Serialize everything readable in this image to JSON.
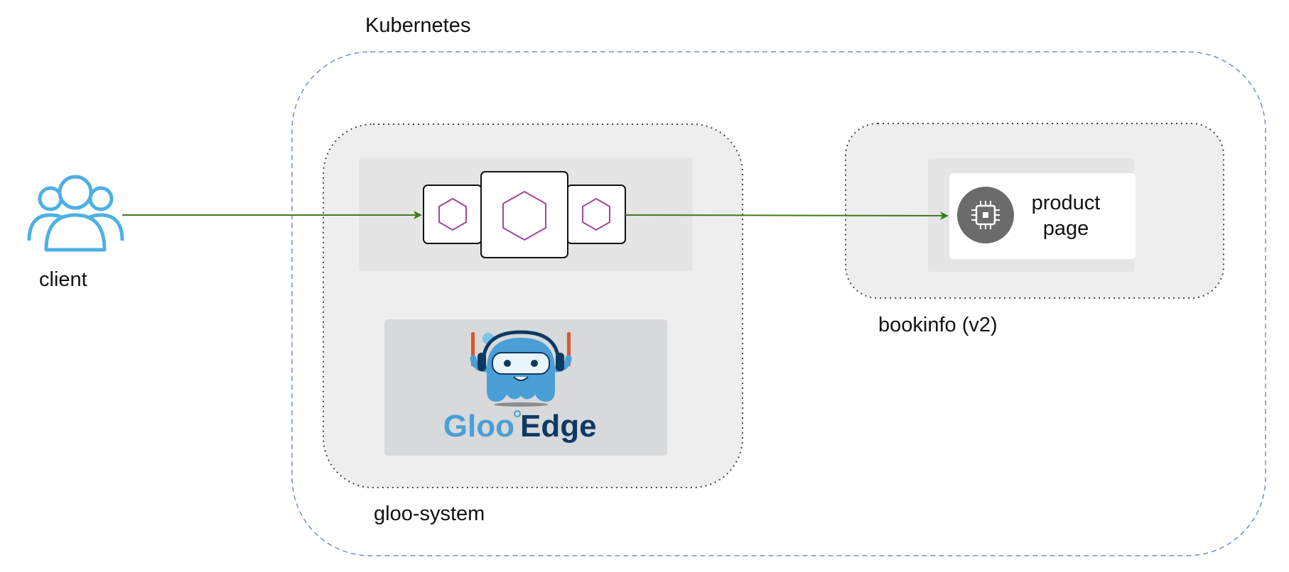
{
  "labels": {
    "kubernetes": "Kubernetes",
    "client": "client",
    "gloo_system": "gloo-system",
    "bookinfo": "bookinfo (v2)",
    "product_line1": "product",
    "product_line2": "page"
  },
  "logo": {
    "gloo_text": "Gloo",
    "edge_text": "Edge"
  },
  "icons": {
    "client": "users-group-icon",
    "envoy_proxy": "hexagon-icon",
    "product_page": "chip-icon"
  },
  "colors": {
    "kubernetes_border": "#6f8ecf",
    "namespace_border": "#444444",
    "namespace_fill": "#eeeeee",
    "inner_panel": "#e5e5e5",
    "logo_panel": "#d7d9db",
    "hexagon": "#a3469f",
    "arrow": "#3d7a1e",
    "client_icon": "#4eb0e3",
    "chip_circle": "#6b6b6b",
    "gloo_blue": "#4a9fd6",
    "edge_navy": "#0d3a63"
  }
}
